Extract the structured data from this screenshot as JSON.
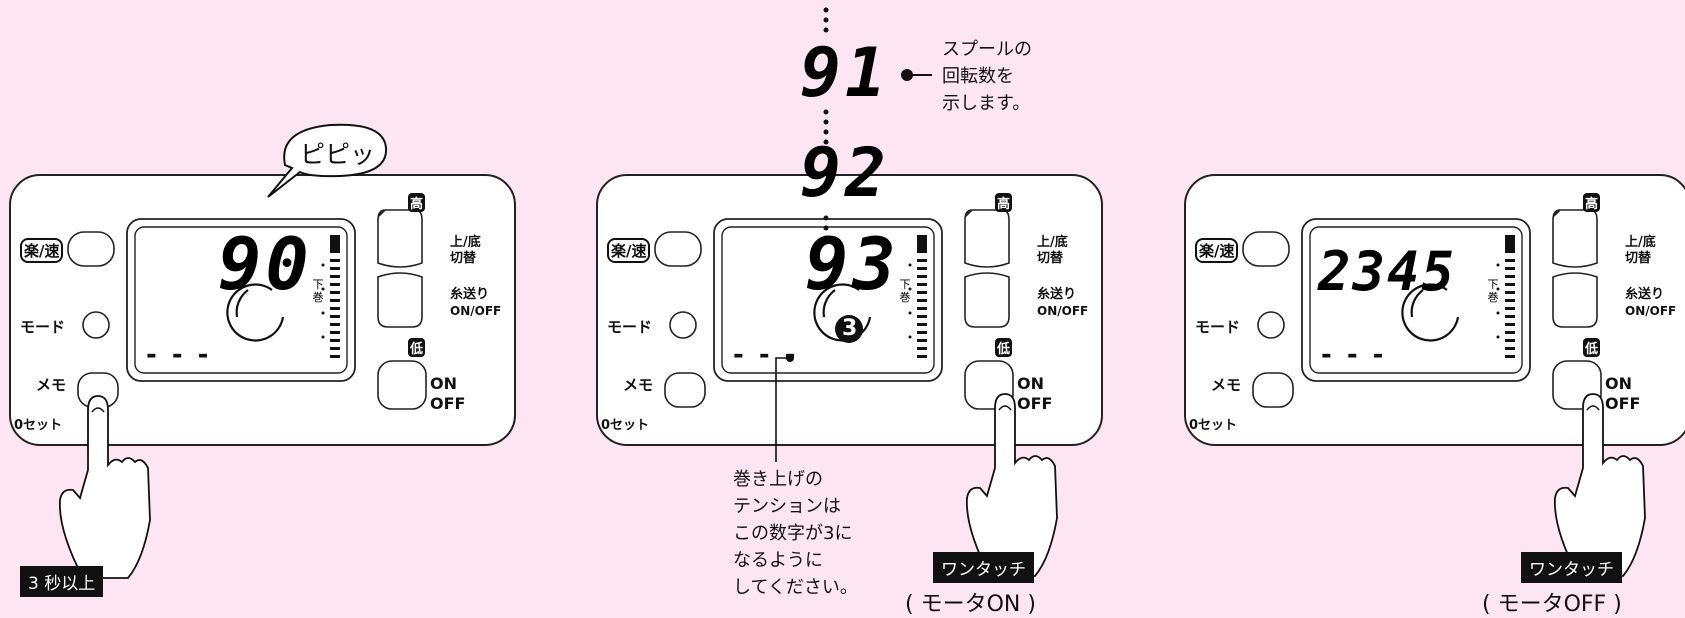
{
  "panel": {
    "speed_button": "楽/速",
    "mode_label": "モード",
    "memo_label": "メモ",
    "zero_set_label": "0セット",
    "high_label": "高",
    "low_label": "低",
    "updown_label_1": "上/底",
    "updown_label_2": "切替",
    "thread_label_1": "糸送り",
    "thread_label_2": "ON/OFF",
    "power_on": "ON",
    "power_off": "OFF",
    "lower_wind": "下巻",
    "dashes": "- - -"
  },
  "step1": {
    "bubble": "ピピッ",
    "display_number": "90",
    "caption": "3 秒以上"
  },
  "step2": {
    "spool_count_top": "91",
    "spool_count_mid": "92",
    "display_number": "93",
    "tension_digit": "3",
    "spool_note_1": "スプールの",
    "spool_note_2": "回転数を",
    "spool_note_3": "示します。",
    "tension_note_1": "巻き上げの",
    "tension_note_2": "テンションは",
    "tension_note_3": "この数字が3に",
    "tension_note_4": "なるように",
    "tension_note_5": "してください。",
    "caption": "ワンタッチ",
    "sub_caption": "( モータON )"
  },
  "step3": {
    "display_number": "2345",
    "caption": "ワンタッチ",
    "sub_caption": "( モータOFF )"
  }
}
